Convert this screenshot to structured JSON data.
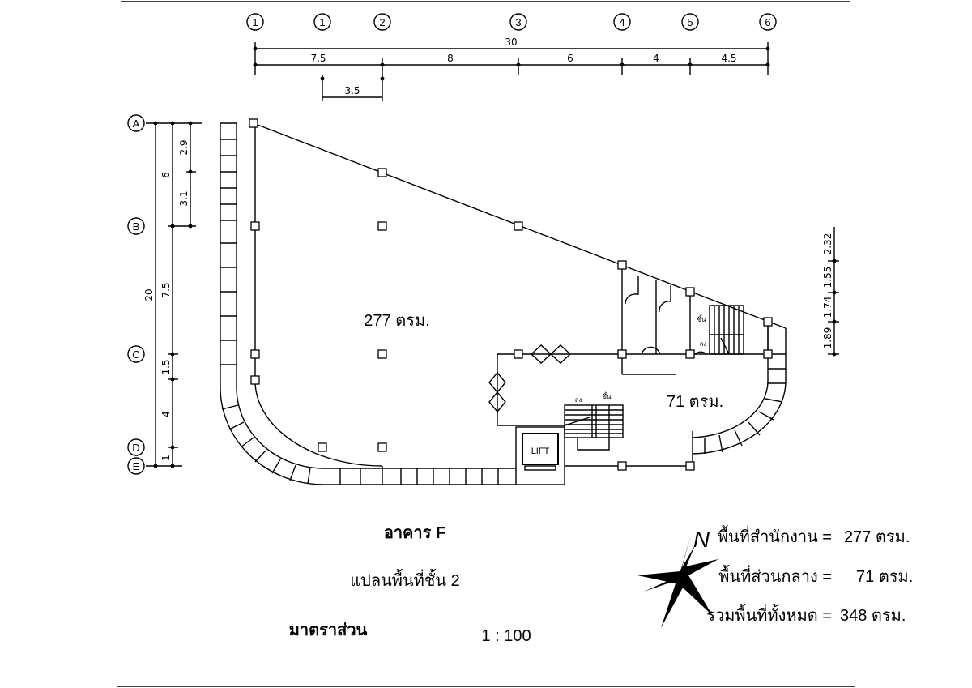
{
  "grid_columns": [
    "1",
    "1",
    "2",
    "3",
    "4",
    "5",
    "6"
  ],
  "grid_rows": [
    "A",
    "B",
    "C",
    "D",
    "E"
  ],
  "top_dimensions": {
    "overall": "30",
    "segments": [
      "7.5",
      "8",
      "6",
      "4",
      "4.5"
    ],
    "sub": "3.5"
  },
  "left_dimensions": {
    "overall": "20",
    "segments": [
      "6",
      "7.5",
      "1.5",
      "4",
      "1"
    ],
    "sub": [
      "2.9",
      "3.1"
    ]
  },
  "right_dimensions": [
    "2.32",
    "1.55",
    "1.74",
    "1.89"
  ],
  "rooms": {
    "office_area": "277 ตรม.",
    "common_area": "71 ตรม.",
    "lift": "LIFT",
    "stair_up": "ขึ้น",
    "stair_down": "ลง"
  },
  "title": {
    "building": "อาคาร F",
    "plan": "แปลนพื้นที่ชั้น 2",
    "scale_label": "มาตราส่วน",
    "scale_value": "1 : 100"
  },
  "north_label": "N",
  "area_summary": [
    {
      "label": "พื้นที่สำนักงาน =",
      "value": "277 ตรม."
    },
    {
      "label": "พื้นที่ส่วนกลาง =",
      "value": "71 ตรม."
    },
    {
      "label": "รวมพื้นที่ทั้งหมด =",
      "value": "348 ตรม."
    }
  ]
}
